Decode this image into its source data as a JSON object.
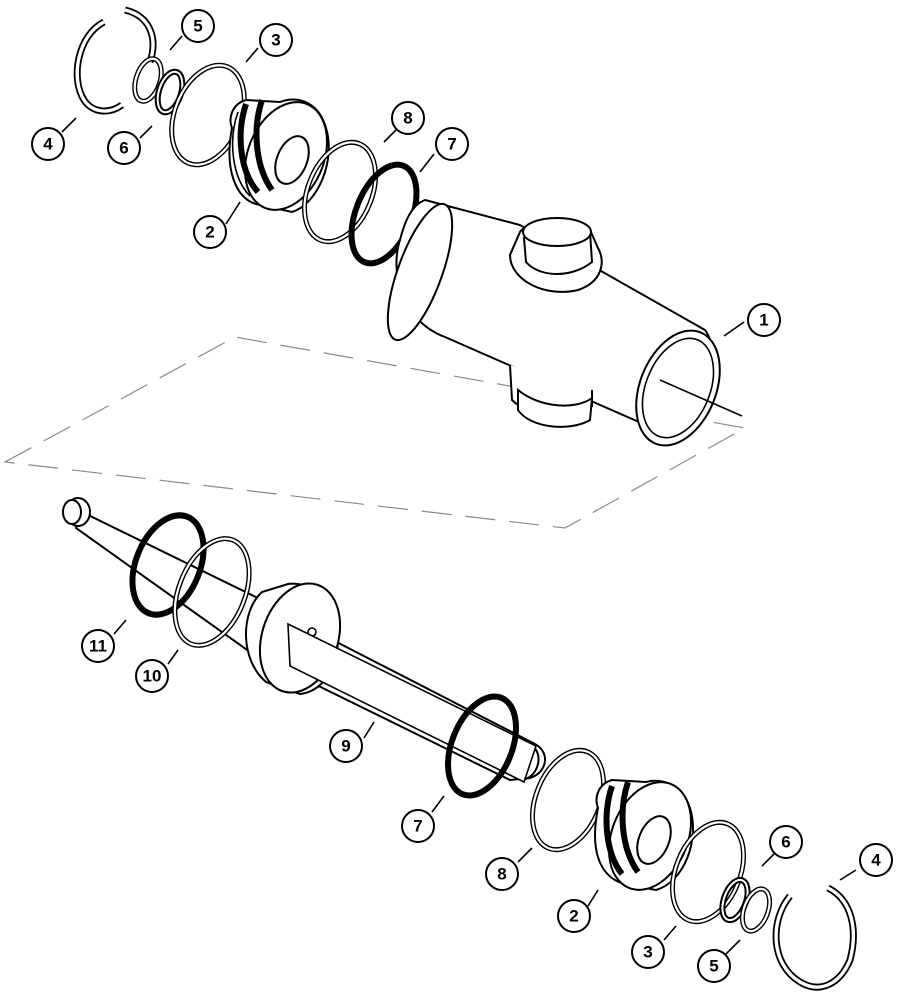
{
  "diagram": {
    "callouts": [
      {
        "label": "1"
      },
      {
        "label": "2"
      },
      {
        "label": "3"
      },
      {
        "label": "4"
      },
      {
        "label": "5"
      },
      {
        "label": "6"
      },
      {
        "label": "7"
      },
      {
        "label": "8"
      },
      {
        "label": "2"
      },
      {
        "label": "3"
      },
      {
        "label": "4"
      },
      {
        "label": "5"
      },
      {
        "label": "6"
      },
      {
        "label": "7"
      },
      {
        "label": "8"
      },
      {
        "label": "9"
      },
      {
        "label": "10"
      },
      {
        "label": "11"
      }
    ]
  }
}
